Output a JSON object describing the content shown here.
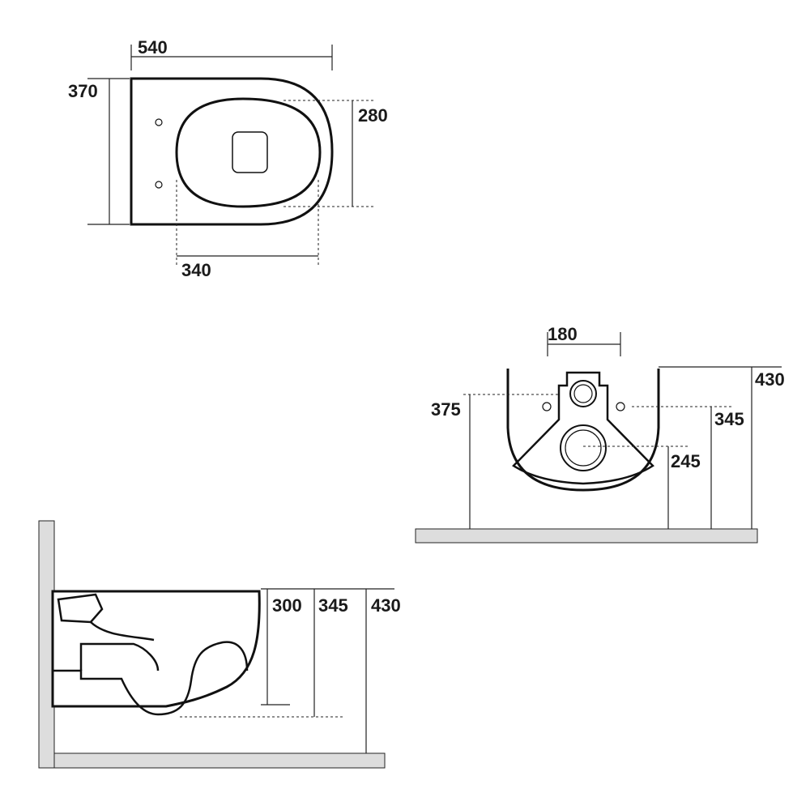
{
  "top_view": {
    "width": "540",
    "depth": "370",
    "seat_width": "280",
    "seat_length": "340"
  },
  "front_view": {
    "outlet_spacing": "180",
    "total_height": "430",
    "fixing_height": "375",
    "inlet_height": "345",
    "outlet_height": "245"
  },
  "side_view": {
    "dim_a": "300",
    "dim_b": "345",
    "dim_c": "430"
  },
  "colors": {
    "line": "#111111",
    "wall_floor": "#dddddd"
  }
}
